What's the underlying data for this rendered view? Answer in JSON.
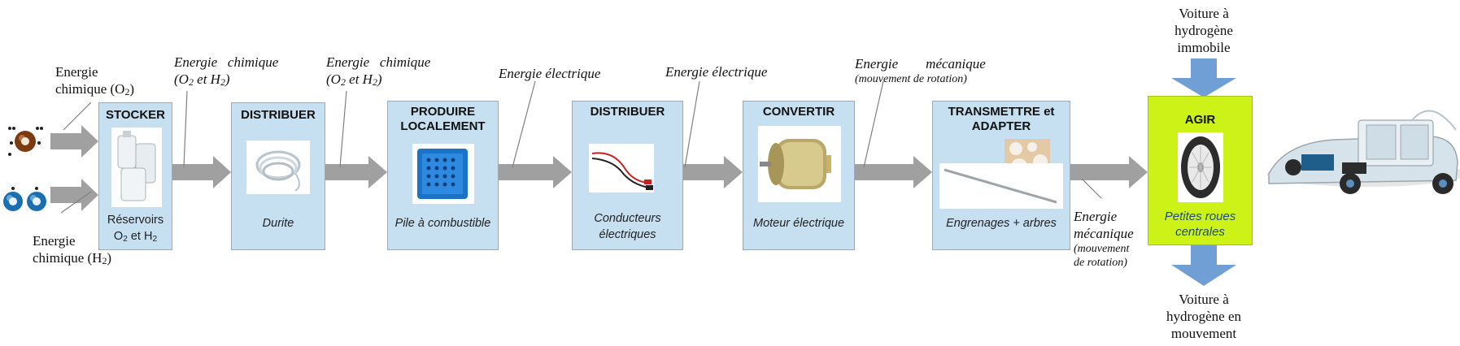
{
  "inputs": {
    "oxygen": {
      "line1": "Energie",
      "line2": "chimique (O",
      "sub": "2",
      "end": ")",
      "atom": "O",
      "color": "#7a3b12"
    },
    "hydrogen": {
      "line1": "Energie",
      "line2": "chimique (H",
      "sub": "2",
      "end": ")",
      "atom": "H",
      "color": "#1a6fb0"
    }
  },
  "blocks": [
    {
      "title": "STOCKER",
      "caption_line1": "Réservoirs",
      "caption_line2": "O",
      "caption_sub": "2",
      "caption_end": " et H",
      "caption_sub2": "2"
    },
    {
      "title": "DISTRIBUER",
      "caption": "Durite"
    },
    {
      "title_line1": "PRODUIRE",
      "title_line2": "LOCALEMENT",
      "caption": "Pile à combustible"
    },
    {
      "title": "DISTRIBUER",
      "caption_line1": "Conducteurs",
      "caption_line2": "électriques"
    },
    {
      "title": "CONVERTIR",
      "caption": "Moteur électrique"
    },
    {
      "title_line1": "TRANSMETTRE et",
      "title_line2": "ADAPTER",
      "caption": "Engrenages + arbres"
    }
  ],
  "flows": {
    "chem1": {
      "line1": "Energie   chimique",
      "line2": "(O",
      "sub1": "2",
      "mid": " et H",
      "sub2": "2",
      "end": ")"
    },
    "chem2": {
      "line1": "Energie   chimique",
      "line2": "(O",
      "sub1": "2",
      "mid": " et H",
      "sub2": "2",
      "end": ")"
    },
    "elec1": "Energie électrique",
    "elec2": "Energie électrique",
    "meca1": {
      "line1": "Energie        mécanique",
      "line2": "(mouvement de rotation)"
    },
    "meca2": {
      "line1": "Energie",
      "line2": "mécanique",
      "line3": "(mouvement",
      "line4": "de rotation)"
    }
  },
  "agir": {
    "title": "AGIR",
    "caption_line1": "Petites roues",
    "caption_line2": "centrales",
    "fill": "#ccf218"
  },
  "top_label": {
    "line1": "Voiture à",
    "line2": "hydrogène",
    "line3": "immobile"
  },
  "bottom_label": {
    "line1": "Voiture à",
    "line2": "hydrogène en",
    "line3": "mouvement"
  },
  "colors": {
    "block_fill": "#c6dff1",
    "flow_arrow": "#a0a0a0",
    "vertical_arrow": "#6f9fd4"
  }
}
